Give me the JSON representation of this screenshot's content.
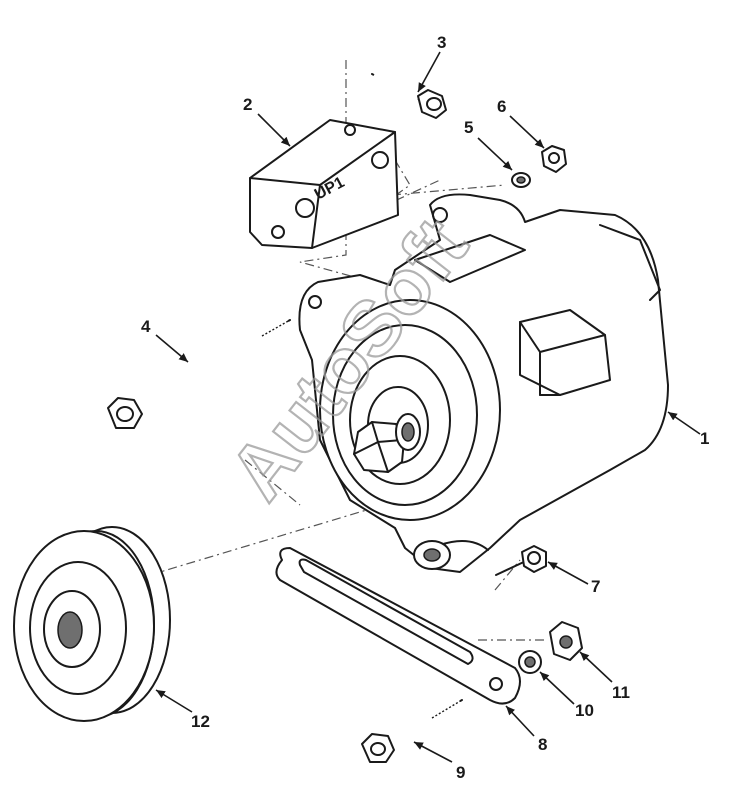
{
  "diagram": {
    "callouts": [
      "1",
      "2",
      "3",
      "4",
      "5",
      "6",
      "7",
      "8",
      "9",
      "10",
      "11",
      "12"
    ],
    "plate_text": "UP1",
    "watermark": "AutoSoft"
  }
}
